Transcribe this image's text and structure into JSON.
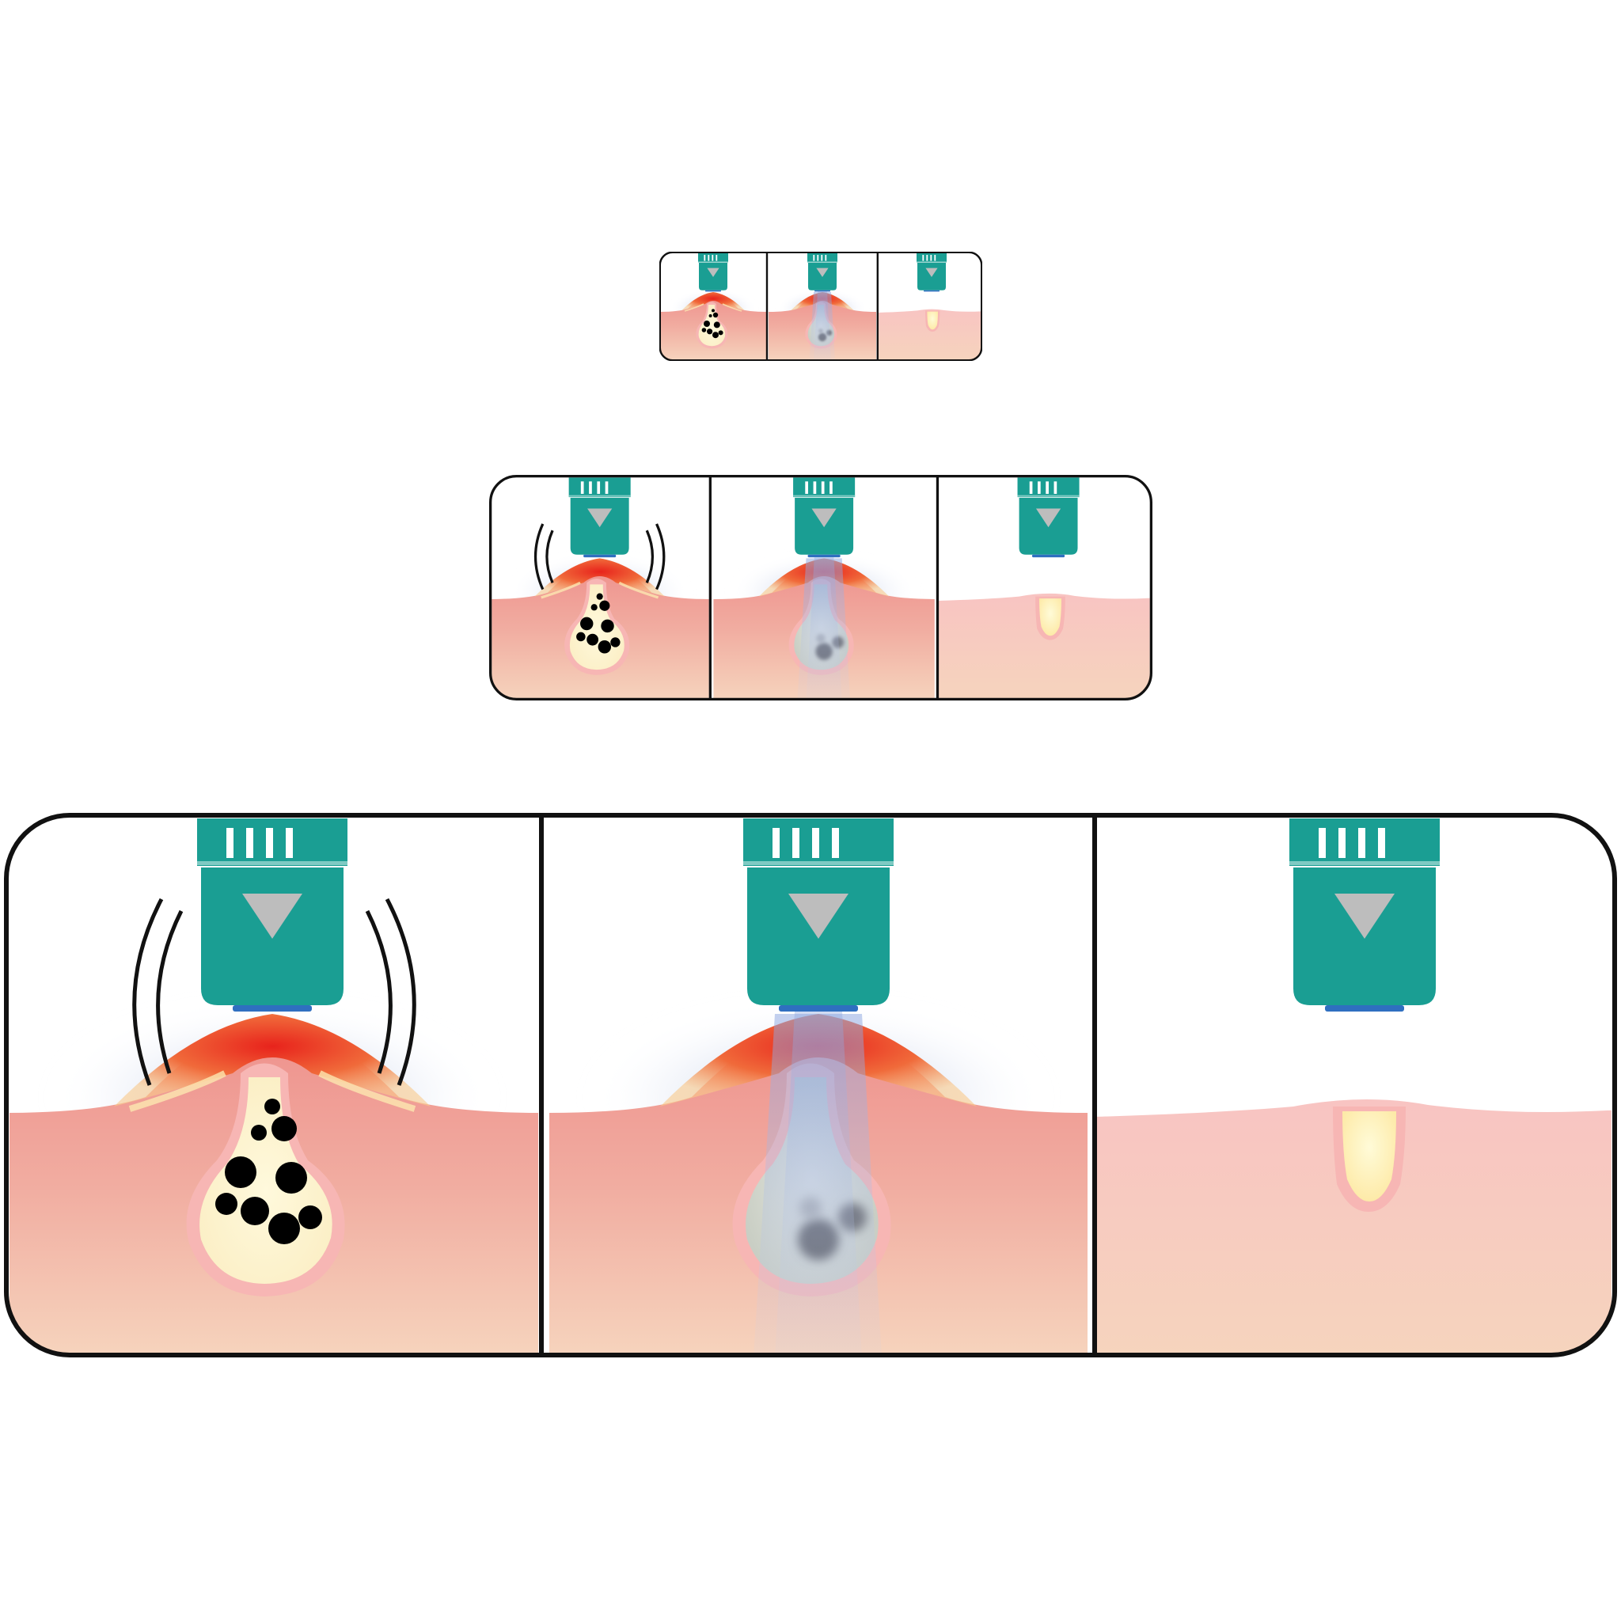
{
  "colors": {
    "device_teal": "#1a9e93",
    "device_stripe": "#ffffff",
    "device_triangle": "#bdbdbd",
    "blue_tip": "#2f6fc0",
    "skin_top": "#ee8f8b",
    "skin_bottom": "#f6d4bd",
    "healed_skin_top": "#f8c7c4",
    "inflamed_red": "#e8231c",
    "inflamed_orange": "#f5a25a",
    "pore_fill": "#fff6d2",
    "pore_dot": "#000000",
    "blue_halo": "#9db0dc",
    "outline": "#111111"
  },
  "icons": [
    "device-head-icon",
    "vibration-waves-icon",
    "light-beam-icon"
  ],
  "strips": [
    {
      "name": "strip-small",
      "panels": [
        "vibrating-inflamed-pore",
        "light-treated-pore",
        "healed-skin"
      ]
    },
    {
      "name": "strip-medium",
      "panels": [
        "vibrating-inflamed-pore",
        "light-treated-pore",
        "healed-skin"
      ]
    },
    {
      "name": "strip-large",
      "panels": [
        "vibrating-inflamed-pore",
        "light-treated-pore",
        "healed-skin"
      ]
    }
  ]
}
